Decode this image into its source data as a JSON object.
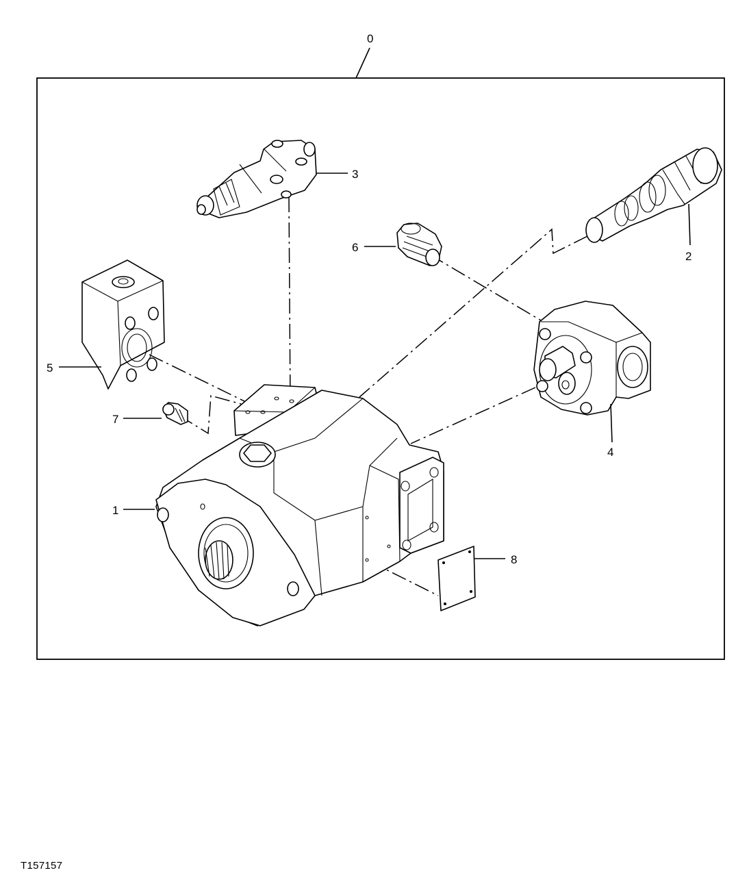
{
  "figure": {
    "reference_code": "T157157",
    "callouts": [
      {
        "id": "callout-0",
        "label": "0",
        "part": "assembly"
      },
      {
        "id": "callout-1",
        "label": "1",
        "part": "pump"
      },
      {
        "id": "callout-2",
        "label": "2",
        "part": "cartridge-valve"
      },
      {
        "id": "callout-3",
        "label": "3",
        "part": "control-valve"
      },
      {
        "id": "callout-4",
        "label": "4",
        "part": "gear-pump"
      },
      {
        "id": "callout-5",
        "label": "5",
        "part": "valve-block"
      },
      {
        "id": "callout-6",
        "label": "6",
        "part": "plug-large"
      },
      {
        "id": "callout-7",
        "label": "7",
        "part": "plug-small"
      },
      {
        "id": "callout-8",
        "label": "8",
        "part": "cover-plate"
      }
    ]
  }
}
